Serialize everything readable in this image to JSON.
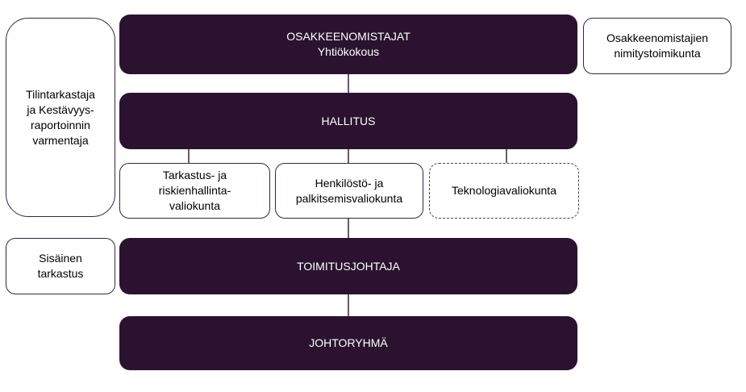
{
  "diagram": {
    "type": "org-chart",
    "language": "Finnish",
    "colors": {
      "box_dark": "#2B1330",
      "box_border": "#3A2442",
      "dashed_border": "#464646",
      "connector": "#6B5A6C",
      "text_on_dark": "#FFFFFF",
      "text_on_light": "#000000",
      "background": "#FFFFFF"
    },
    "nodes": {
      "shareholders": "OSAKKEENOMISTAJAT\nYhtiökokous",
      "nomination_board": "Osakkeenomistajien\nnimitystoimikunta",
      "auditor": "Tilintarkastaja\nja Kestävyys-\nraportoinnin\nvarmentaja",
      "board": "HALLITUS",
      "audit_committee": "Tarkastus- ja\nriskienhallinta-\nvaliokunta",
      "hr_committee": "Henkilöstö- ja\npalkitsemisvaliokunta",
      "tech_committee": "Teknologiavaliokunta",
      "internal_audit": "Sisäinen\ntarkastus",
      "ceo": "TOIMITUSJOHTAJA",
      "management_team": "JOHTORYHMÄ"
    },
    "edges": [
      {
        "from": "shareholders",
        "to": "board"
      },
      {
        "from": "board",
        "to": "audit_committee"
      },
      {
        "from": "board",
        "to": "hr_committee"
      },
      {
        "from": "board",
        "to": "tech_committee"
      },
      {
        "from": "hr_committee",
        "to": "ceo"
      },
      {
        "from": "ceo",
        "to": "management_team"
      }
    ]
  }
}
